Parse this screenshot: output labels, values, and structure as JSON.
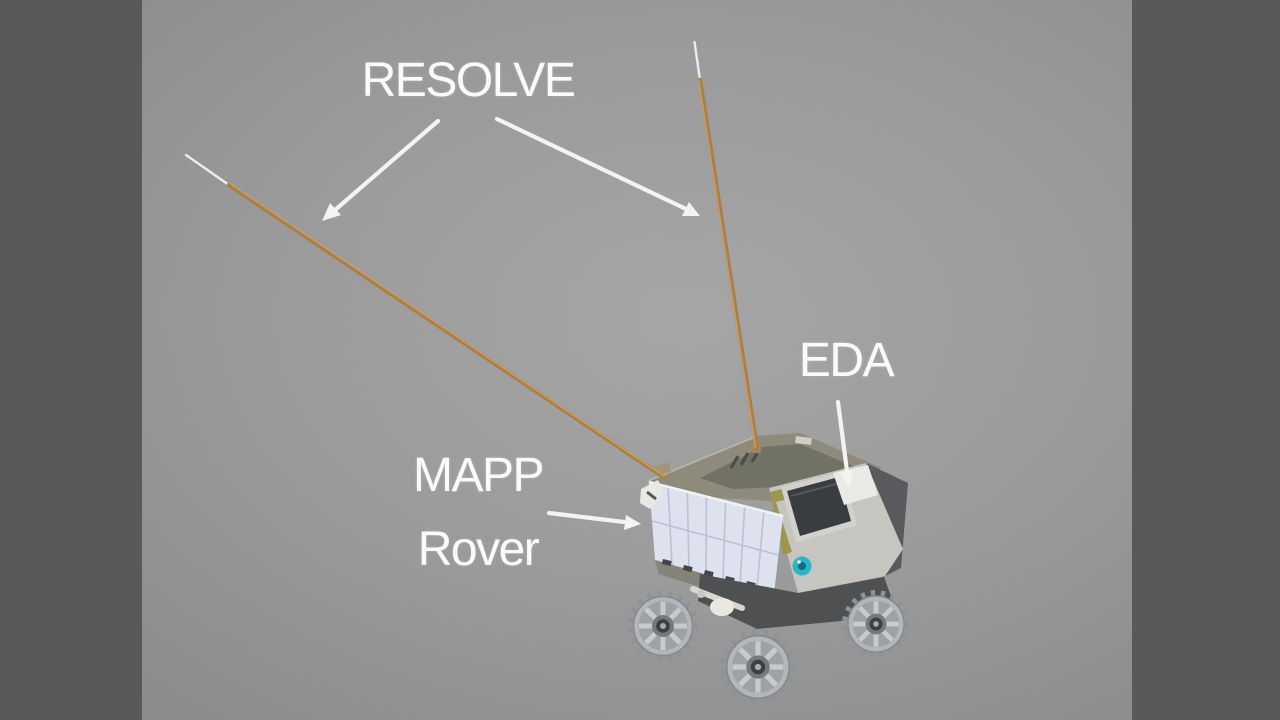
{
  "figure": {
    "title": "MAPP rover concept render with RESOLVE antennas and EDA callouts",
    "labels": {
      "resolve": "RESOLVE",
      "eda": "EDA",
      "mapp_line1": "MAPP",
      "mapp_line2": "Rover"
    },
    "colors": {
      "letterbox_bar": "#595959",
      "backdrop_center": "#a6a6a6",
      "backdrop_mid": "#9a9a9a",
      "backdrop_edge": "#8b8b8b",
      "label_text": "#fbfbfb",
      "arrow": "#f3f3f1",
      "antenna_tip": "#ececea",
      "antenna_copper": "#a97f4b",
      "antenna_copper_light": "#c89c66",
      "rover_deck": "#8e8b7d",
      "rover_deck_shadow": "#6f6e63",
      "solar_panel": "#dde2ee",
      "solar_panel_grid": "#b7bed2",
      "front_face": "#c6c5c0",
      "window_frame": "#d2d1cc",
      "window_glass": "#3a3d40",
      "olive_trim": "#9c964e",
      "eda_panel": "#eaeae6",
      "side_dark": "#595a5e",
      "under_body": "#4e5052",
      "wheel_rim": "#b3b6ba",
      "wheel_hub": "#3c3e40",
      "teal_component": "#2ab4c6",
      "white_bracket": "#e8e8e4"
    }
  }
}
